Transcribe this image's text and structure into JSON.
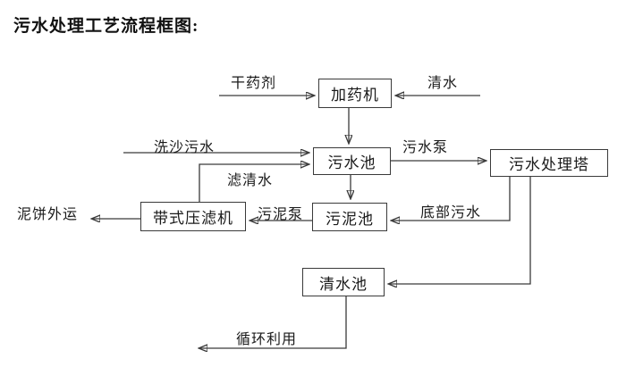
{
  "title": "污水处理工艺流程框图:",
  "nodes": {
    "dosing_machine": {
      "label": "加药机"
    },
    "sewage_pool": {
      "label": "污水池"
    },
    "treatment_tower": {
      "label": "污水处理塔"
    },
    "belt_filter_press": {
      "label": "带式压滤机"
    },
    "sludge_pool": {
      "label": "污泥池"
    },
    "clean_water_pool": {
      "label": "清水池"
    }
  },
  "flows": {
    "dry_agent": {
      "label": "干药剂"
    },
    "clean_water_in": {
      "label": "清水"
    },
    "sand_wash_sewage": {
      "label": "洗沙污水"
    },
    "sewage_pump": {
      "label": "污水泵"
    },
    "filtered_water": {
      "label": "滤清水"
    },
    "sludge_pump": {
      "label": "污泥泵"
    },
    "bottom_sewage": {
      "label": "底部污水"
    },
    "mud_cake_out": {
      "label": "泥饼外运"
    },
    "recycling": {
      "label": "循环利用"
    }
  },
  "colors": {
    "line": "#3a3a3a",
    "text": "#1a1a1a",
    "background": "#ffffff"
  }
}
